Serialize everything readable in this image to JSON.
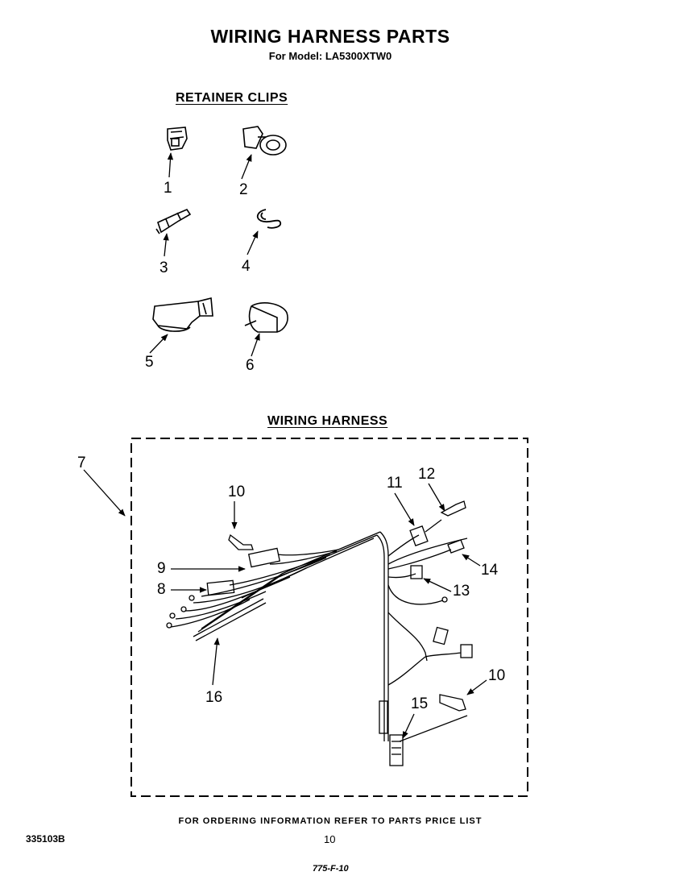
{
  "header": {
    "title": "WIRING HARNESS PARTS",
    "subtitle": "For Model: LA5300XTW0"
  },
  "sections": {
    "retainer_clips": "RETAINER CLIPS",
    "wiring_harness": "WIRING HARNESS"
  },
  "callouts": {
    "c1": "1",
    "c2": "2",
    "c3": "3",
    "c4": "4",
    "c5": "5",
    "c6": "6",
    "c7": "7",
    "c8": "8",
    "c9": "9",
    "c10a": "10",
    "c10b": "10",
    "c11": "11",
    "c12": "12",
    "c13": "13",
    "c14": "14",
    "c15": "15",
    "c16": "16"
  },
  "footer": {
    "note": "FOR ORDERING INFORMATION REFER TO PARTS PRICE LIST",
    "doc_number": "335103B",
    "page_number": "10",
    "stamp": "775-F-10"
  }
}
